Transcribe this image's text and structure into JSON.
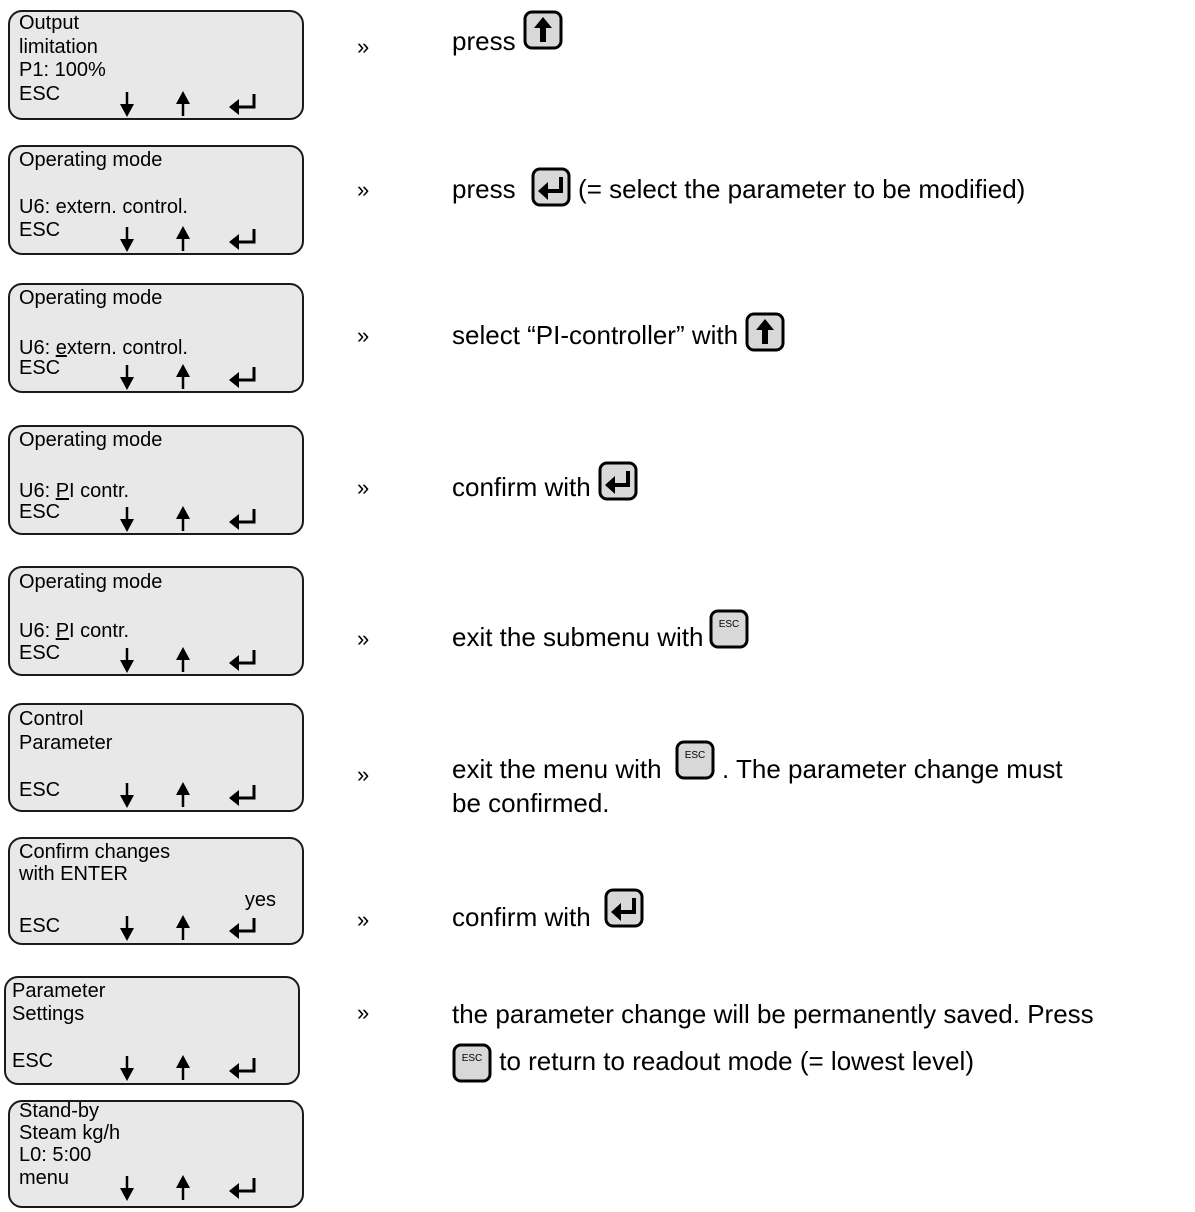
{
  "screens": [
    {
      "lines": [
        "Output",
        "limitation",
        "P1: 100%"
      ],
      "soft": "ESC"
    },
    {
      "lines": [
        "Operating mode",
        "",
        "U6: extern. control."
      ],
      "soft": "ESC"
    },
    {
      "lines": [
        "Operating mode",
        "",
        "U6: extern. control."
      ],
      "underline_char": "e",
      "soft": "ESC"
    },
    {
      "lines": [
        "Operating mode",
        "",
        "U6: PI contr."
      ],
      "underline_char": "P",
      "soft": "ESC"
    },
    {
      "lines": [
        "Operating mode",
        "",
        "U6: PI contr."
      ],
      "underline_char": "P",
      "soft": "ESC"
    },
    {
      "lines": [
        "Control",
        "Parameter",
        ""
      ],
      "soft": "ESC"
    },
    {
      "lines": [
        "Confirm changes",
        "with ENTER",
        ""
      ],
      "yes": "yes",
      "soft": "ESC"
    },
    {
      "lines": [
        "Parameter",
        "Settings",
        ""
      ],
      "soft": "ESC"
    },
    {
      "lines": [
        "Stand-by",
        "Steam kg/h",
        "L0: 5:00"
      ],
      "soft": "menu"
    }
  ],
  "arrow": "»",
  "steps": [
    {
      "pre": "press",
      "button": "up-arrow-button",
      "post": ""
    },
    {
      "pre": "press",
      "button": "enter-button",
      "post": "(= select the parameter to be modified)"
    },
    {
      "pre": "select “PI-controller” with",
      "button": "up-arrow-button",
      "post": ""
    },
    {
      "pre": "confirm with",
      "button": "enter-button",
      "post": ""
    },
    {
      "pre": "exit the submenu with",
      "button": "esc-button",
      "post": ""
    },
    {
      "pre": "exit the menu with",
      "button": "esc-button",
      "post": ". The parameter change must",
      "line2": "be confirmed."
    },
    {
      "pre": "confirm with",
      "button": "enter-button",
      "post": ""
    },
    {
      "pre": "the parameter change will be permanently saved. Press",
      "button": "",
      "post": "",
      "line2_post": "to return to readout mode (= lowest level)",
      "line2_button": "esc-button"
    }
  ],
  "esc_label": "ESC"
}
